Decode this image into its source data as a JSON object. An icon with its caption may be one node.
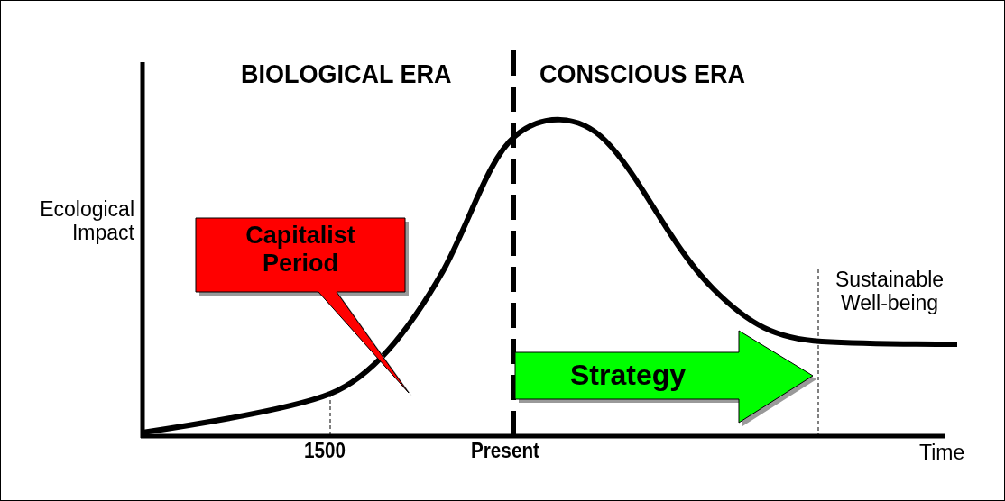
{
  "diagram": {
    "nodes": [
      {
        "text": [
          "Capitalist Period"
        ]
      },
      {
        "text": [
          "Strategy"
        ]
      }
    ],
    "labels": [
      "BIOLOGICAL ERA",
      "CONSCIOUS ERA",
      "Ecological Impact",
      "Sustainable Well-being",
      "1500",
      "Present",
      "Time"
    ]
  }
}
